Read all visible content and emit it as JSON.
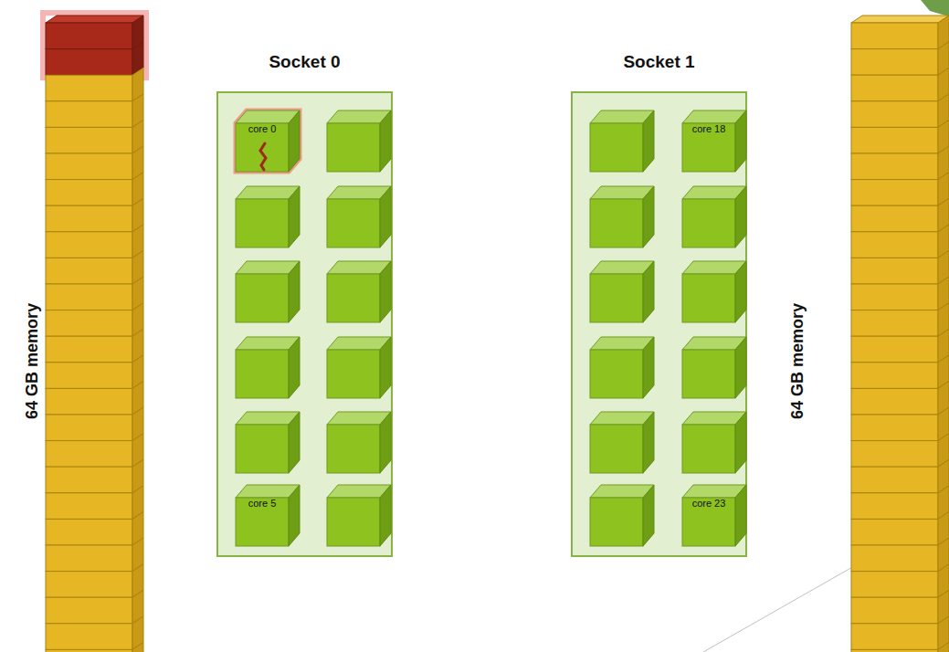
{
  "diagram": {
    "nodes": [
      {
        "text": [
          "64 GB memory"
        ]
      },
      {
        "text": [
          "Socket 0"
        ]
      },
      {
        "text": [
          "core 0"
        ],
        "in": 1
      },
      {
        "text": [
          "core 5"
        ],
        "in": 1
      },
      {
        "text": [
          "Socket 1"
        ]
      },
      {
        "text": [
          "core 18"
        ],
        "in": 4
      },
      {
        "text": [
          "core 23"
        ],
        "in": 4
      },
      {
        "text": [
          "64 GB memory"
        ]
      }
    ]
  }
}
